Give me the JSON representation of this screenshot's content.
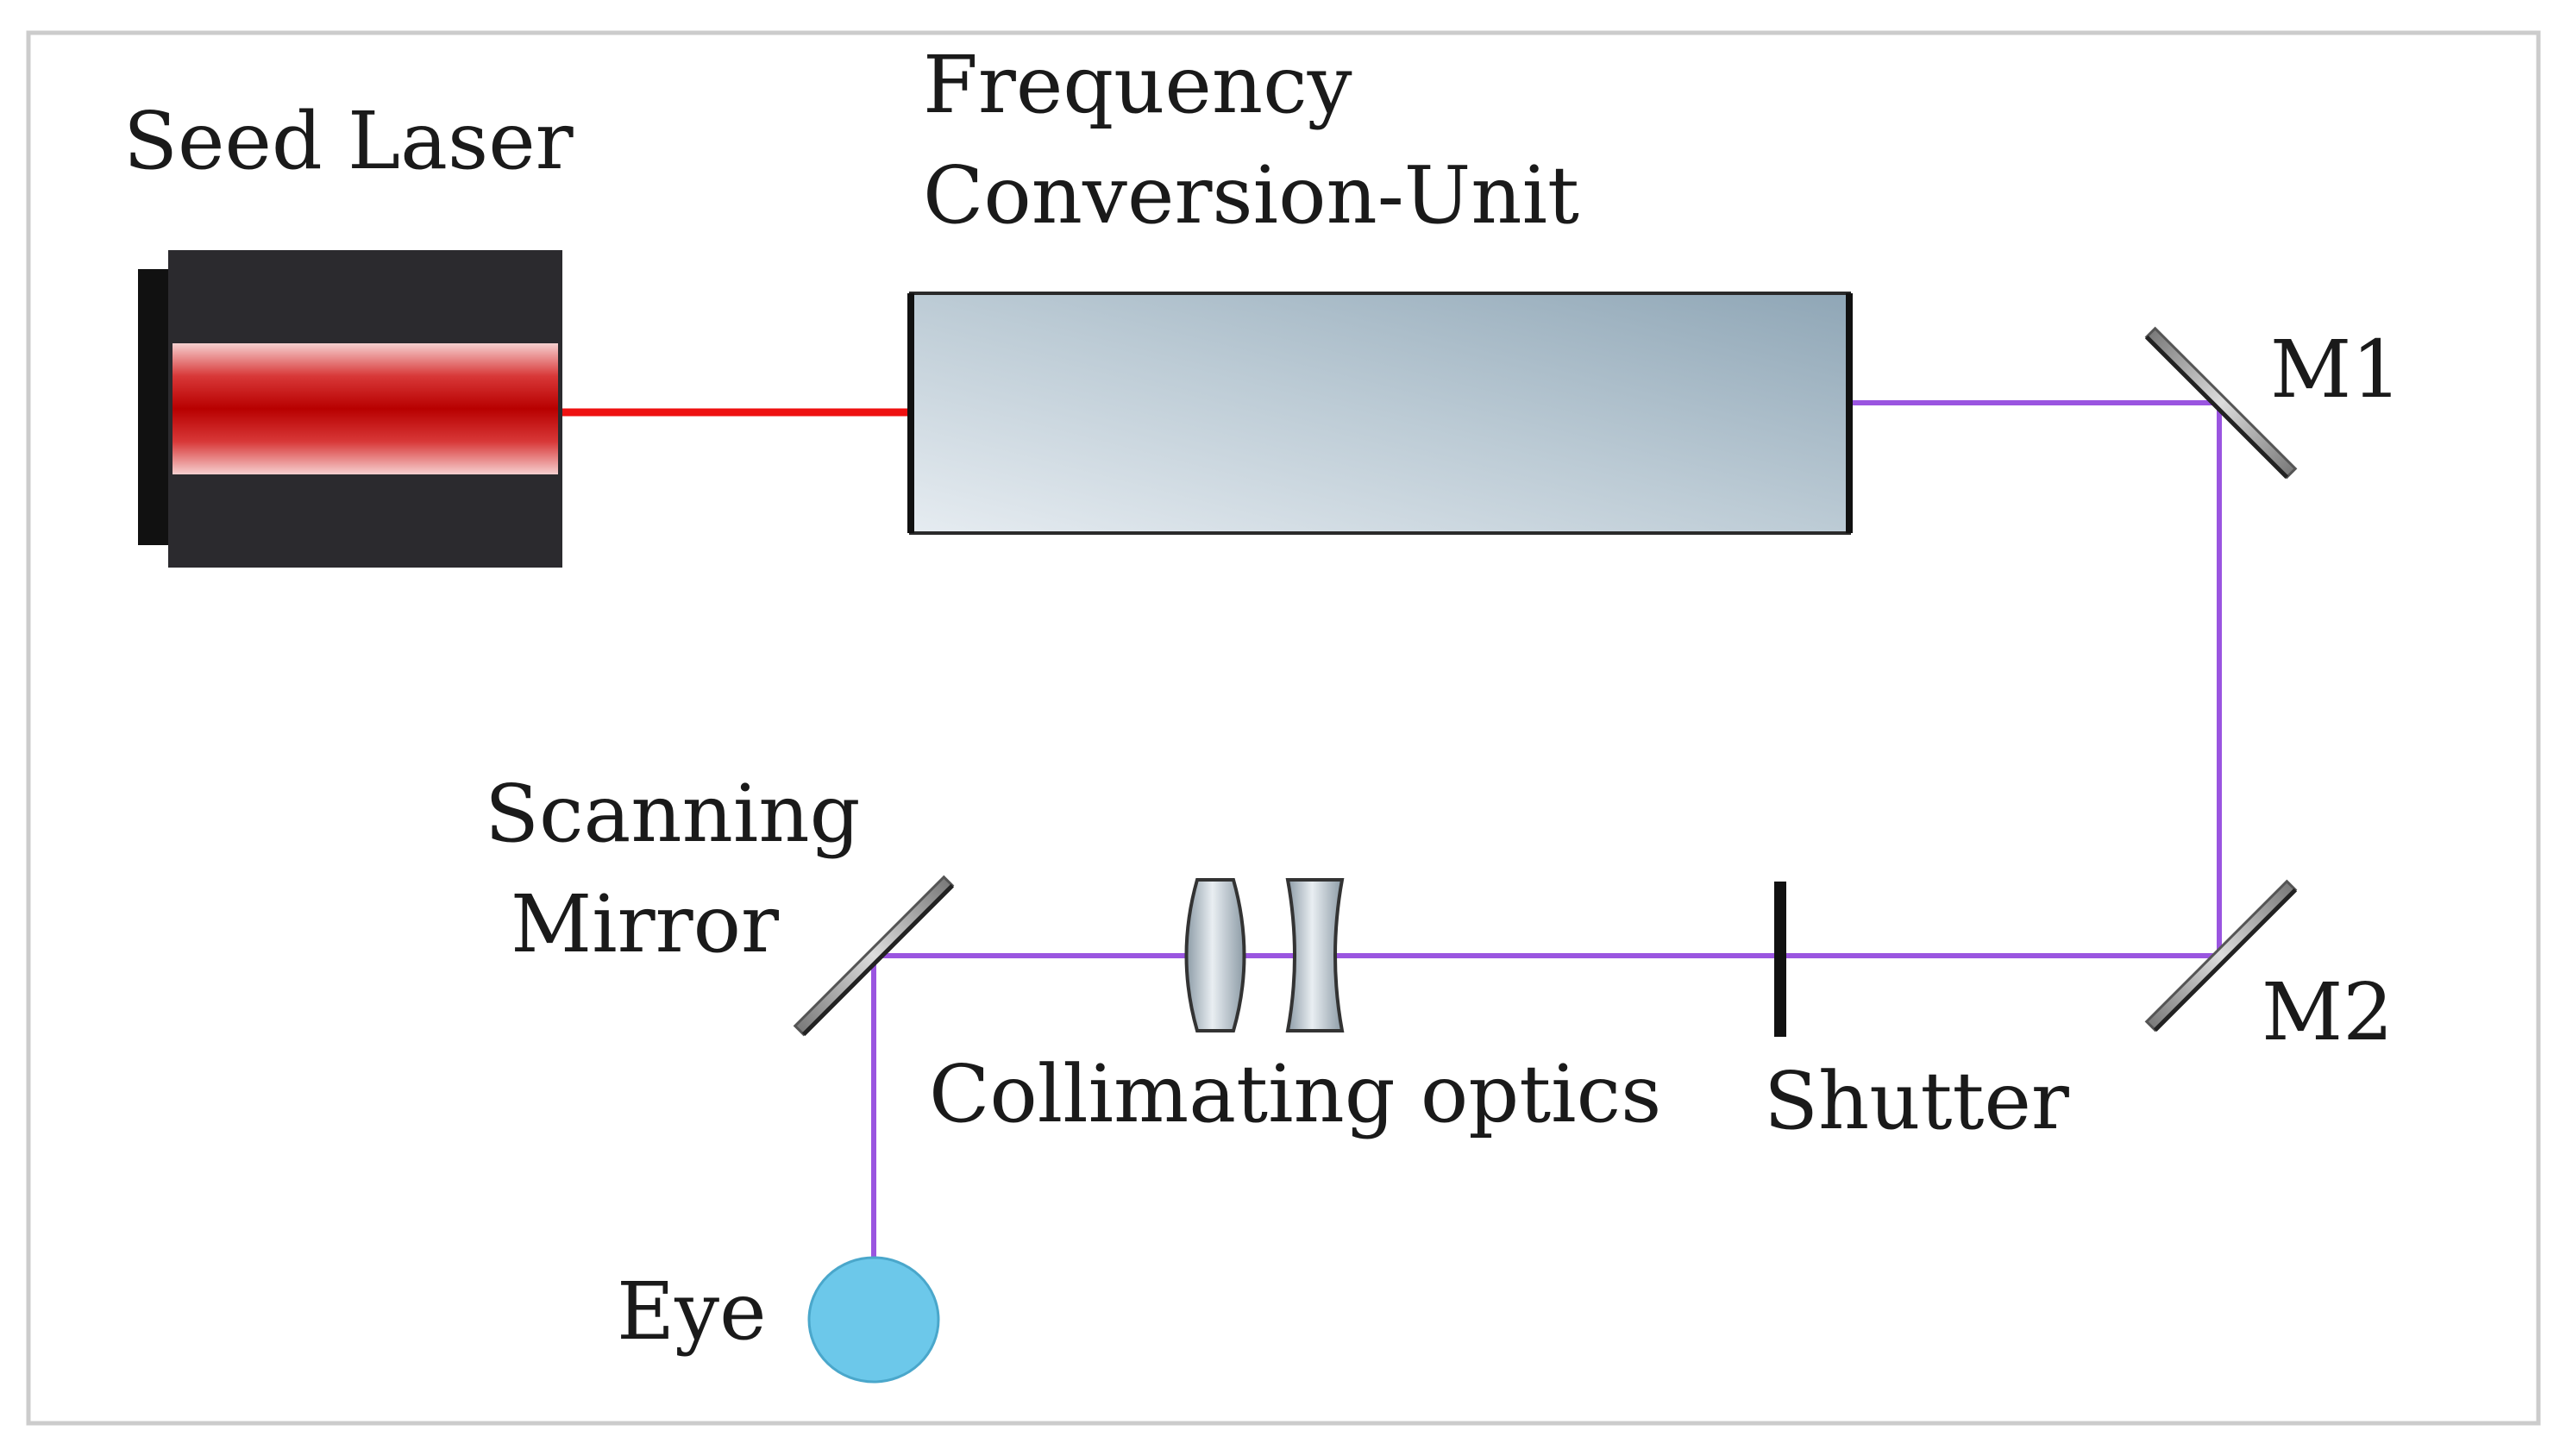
{
  "labels": {
    "seed_laser": "Seed Laser",
    "fcu_line1": "Frequency",
    "fcu_line2": "Conversion-Unit",
    "m1": "M1",
    "m2": "M2",
    "scanning_line1": "Scanning",
    "scanning_line2": "Mirror",
    "collimating": "Collimating optics",
    "shutter": "Shutter",
    "eye": "Eye"
  },
  "colors": {
    "red_beam": "#ee1111",
    "uv_beam": "#9a55e0",
    "laser_body": "#2b2a2e",
    "eye": "#6cc8ea",
    "frame": "#cccccc"
  }
}
